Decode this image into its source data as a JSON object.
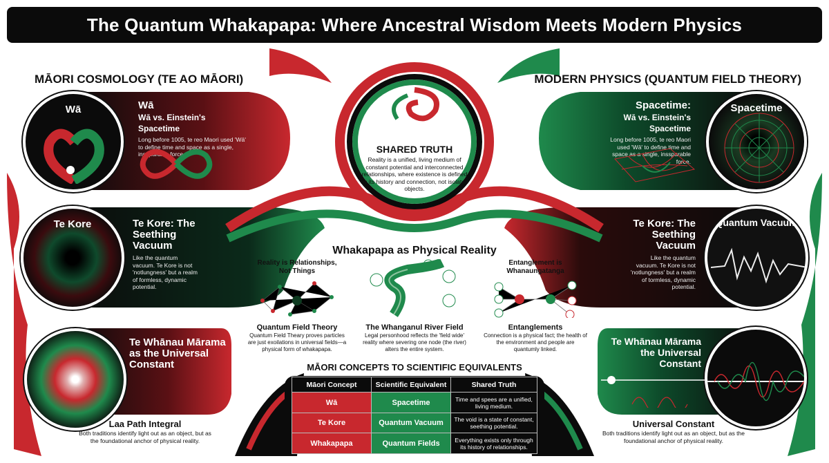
{
  "title": "The Quantum Whakapapa: Where Ancestral Wisdom Meets Modern Physics",
  "colors": {
    "red": "#c8282e",
    "green": "#1f8a4c",
    "black": "#0b0b0b"
  },
  "left": {
    "heading": "MĀORI COSMOLOGY (TE AO MĀORI)",
    "cards": [
      {
        "circle_label": "Wā",
        "title": "Wā",
        "subtitle": "Wā vs. Einstein's Spacetime",
        "body": "Long before 1005, te reo Maori used 'Wā' to define time and space as a single, insaparable force.",
        "icon": "koru-infinity-icon"
      },
      {
        "circle_label": "Te Kore",
        "title": "Te Kore: The Seething Vacuum",
        "body": "Like the quantum vacuum. Te Kore is not 'notlungness' but a realm of formless, dynamic potential.",
        "icon": "vortex-icon"
      },
      {
        "title": "Te Whānau Mārama as the Universal Constant",
        "caption_title": "Laa Path Integral",
        "caption_body": "Both traditions identify light out as an object, but as the foundational anchor of physical reality.",
        "icon": "light-swirl-icon"
      }
    ]
  },
  "right": {
    "heading": "MODERN PHYSICS (QUANTUM FIELD THEORY)",
    "cards": [
      {
        "circle_label": "Spacetime",
        "title": "Spacetime:",
        "subtitle": "Wā vs. Einstein's Spacetime",
        "body": "Long before 1005, te reo Maori used 'Wā' to define time and space as a single, inssparable force.",
        "icon": "spacetime-grid-icon"
      },
      {
        "circle_label": "Quantum Vacuum",
        "title": "Te Kore: The Seething Vacuum",
        "body": "Like the quantum vacuum. Te Kore is not 'notlungness' but a realm of tormless, dynamic potential.",
        "icon": "waveform-icon"
      },
      {
        "title": "Te Whānau Mārama the Universal Constant",
        "caption_title": "Universal Constant",
        "caption_body": "Both traditions identify light out as an object, but as the foundational anchor of physical reality.",
        "icon": "light-wave-icon"
      }
    ]
  },
  "center": {
    "heading": "SHARED TRUTH",
    "body": "Reality is a unified, living medium of constant potential and interconnected relationships, where existence is defined by its history and connection, not isolated objects."
  },
  "whakapapa": {
    "heading": "Whakapapa as Physical Reality",
    "columns": [
      {
        "subtitle": "Reality is Relationships, Not Things",
        "title": "Quantum Field Theory",
        "body": "Quantum Field Theary proves particles are just exoilations in universal fields—a physical form of whakapapa.",
        "icon": "network-icon"
      },
      {
        "subtitle": "",
        "title": "The Whanganul River Field",
        "body": "Legal personhood reflects the 'field wide' reality where severing one node (the river) alters the entire system.",
        "icon": "river-icon"
      },
      {
        "subtitle": "Entanglement is Whanaungatanga",
        "title": "Entanglements",
        "body": "Connection is a physical fact; the health of the environment and people are quantumly linked.",
        "icon": "entanglement-icon"
      }
    ]
  },
  "table": {
    "heading": "MĀORI CONCEPTS TO SCIENTIFIC EQUIVALENTS",
    "headers": [
      "Māori Concept",
      "Scientific Equivalent",
      "Shared Truth"
    ],
    "rows": [
      [
        "Wā",
        "Spacetime",
        "Time and spees are a unified, living medium."
      ],
      [
        "Te Kore",
        "Quantum Vacuum",
        "The void is a state of constant, seething potential."
      ],
      [
        "Whakapapa",
        "Quantum Fields",
        "Everything exists only through its history of relationships."
      ]
    ]
  }
}
